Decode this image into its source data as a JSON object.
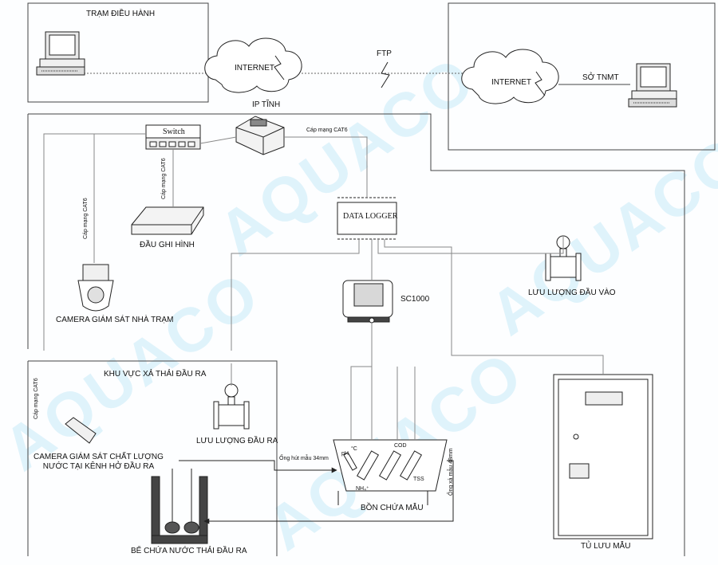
{
  "zones": {
    "operation_station": "TRẠM ĐIỀU HÀNH",
    "outlet_area": "KHU VỰC XẢ THẢI ĐẦU RA"
  },
  "network": {
    "internet_left": "INTERNET",
    "internet_right": "INTERNET",
    "ftp": "FTP",
    "static_ip": "IP TĨNH",
    "so_tnmt": "SỞ TNMT"
  },
  "devices": {
    "switch": "Switch",
    "data_logger": "DATA LOGGER",
    "sc1000": "SC1000",
    "nvr": "ĐẦU GHI HÌNH",
    "camera_station": "CAMERA GIÁM SÁT NHÀ TRẠM",
    "camera_outlet_line1": "CAMERA GIÁM SÁT CHẤT LƯỢNG",
    "camera_outlet_line2": "NƯỚC TẠI KÊNH HỞ ĐẦU RA",
    "flow_in": "LƯU LƯỢNG ĐẦU VÀO",
    "flow_out": "LƯU LƯỢNG ĐẦU RA",
    "sample_tank": "BỒN CHỨA MẪU",
    "outlet_tank": "BỂ CHỨA NƯỚC THẢI ĐẦU RA",
    "sample_cabinet": "TỦ LƯU MẪU"
  },
  "cables": {
    "cat6_top": "Cáp mạng CAT6",
    "cat6_switch": "Cáp mạng CAT6",
    "cat6_camera": "Cáp mạng CAT6",
    "cat6_outlet": "Cáp mạng CAT6",
    "suction_pipe": "Ống hút mẫu 34mm",
    "discharge_pipe": "Ống xả mẫu 48mm"
  },
  "sensors": {
    "ph": "pH",
    "temp": "°C",
    "nh4": "NH₄⁺",
    "cod": "COD",
    "tss": "TSS"
  },
  "watermark": "AQUACO",
  "colors": {
    "line": "#333333",
    "dash": "#555555",
    "thin": "#8a8a8a",
    "watermark": "#dff3fb"
  }
}
